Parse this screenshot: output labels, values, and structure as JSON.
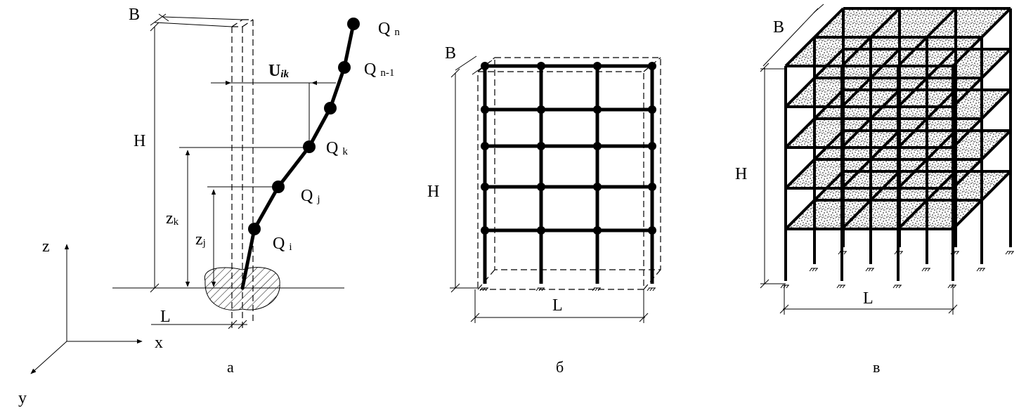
{
  "figures": {
    "a": {
      "caption": "а",
      "label_B": "B",
      "label_H": "H",
      "label_L": "L",
      "label_U": "U",
      "label_U_sub": "ik",
      "label_zk": "z",
      "label_zk_sub": "k",
      "label_zj": "z",
      "label_zj_sub": "j",
      "masses": [
        {
          "name": "Q",
          "sub": "n"
        },
        {
          "name": "Q",
          "sub": "n-1"
        },
        {
          "name": "Q",
          "sub": "k"
        },
        {
          "name": "Q",
          "sub": "j"
        },
        {
          "name": "Q",
          "sub": "i"
        }
      ],
      "axes": {
        "z": "z",
        "x": "x",
        "y": "y"
      }
    },
    "b": {
      "caption": "б",
      "label_B": "B",
      "label_H": "H",
      "label_L": "L"
    },
    "c": {
      "caption": "в",
      "label_B": "B",
      "label_H": "H",
      "label_L": "L"
    }
  },
  "colors": {
    "ink": "#000000",
    "background": "#ffffff"
  }
}
